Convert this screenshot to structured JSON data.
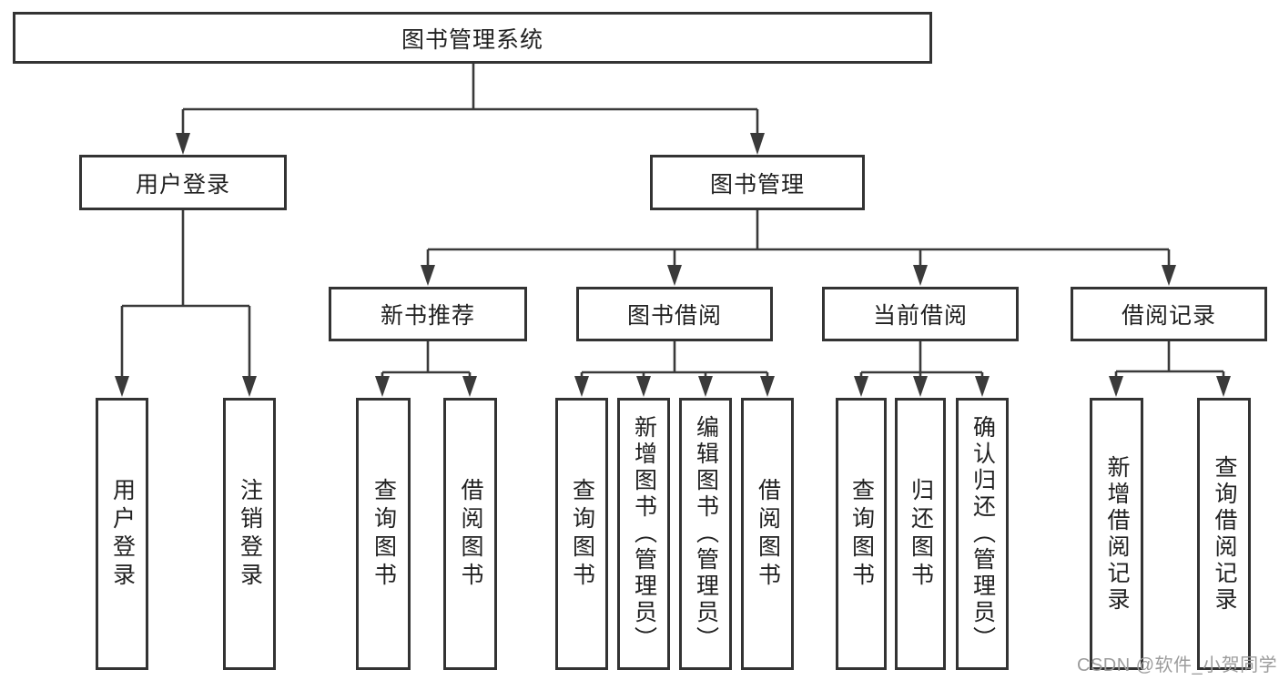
{
  "colors": {
    "background": "#ffffff",
    "box_fill": "#ffffff",
    "box_border": "#333333",
    "line": "#3a3a3a",
    "text": "#212121",
    "watermark": "#9c9c9c"
  },
  "tree": {
    "root": {
      "label": "图书管理系统"
    },
    "branches": [
      {
        "label": "用户登录",
        "children": [
          "用户登录",
          "注销登录"
        ]
      },
      {
        "label": "图书管理",
        "sections": [
          {
            "label": "新书推荐",
            "children": [
              "查询图书",
              "借阅图书"
            ]
          },
          {
            "label": "图书借阅",
            "children": [
              "查询图书",
              "新增图书（管理员）",
              "编辑图书（管理员）",
              "借阅图书"
            ]
          },
          {
            "label": "当前借阅",
            "children": [
              "查询图书",
              "归还图书",
              "确认归还（管理员）"
            ]
          },
          {
            "label": "借阅记录",
            "children": [
              "新增借阅记录",
              "查询借阅记录"
            ]
          }
        ]
      }
    ]
  },
  "watermark": {
    "text": "CSDN @软件_小贺同学"
  }
}
